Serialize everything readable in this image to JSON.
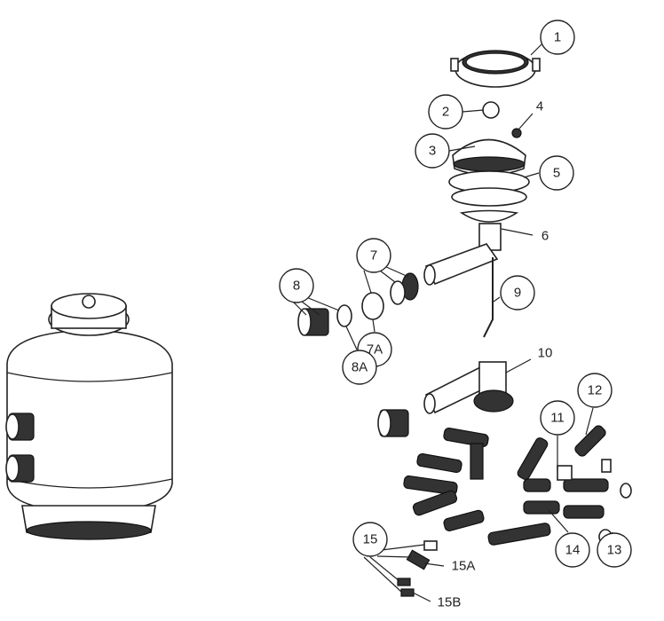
{
  "diagram": {
    "callouts": {
      "c1": "1",
      "c2": "2",
      "c3": "3",
      "c4": "4",
      "c5": "5",
      "c6": "6",
      "c7": "7",
      "c7a": "7A",
      "c8": "8",
      "c8a": "8A",
      "c9": "9",
      "c10": "10",
      "c11": "11",
      "c12": "12",
      "c13": "13",
      "c14": "14",
      "c15": "15",
      "c15a": "15A",
      "c15b": "15B"
    }
  }
}
